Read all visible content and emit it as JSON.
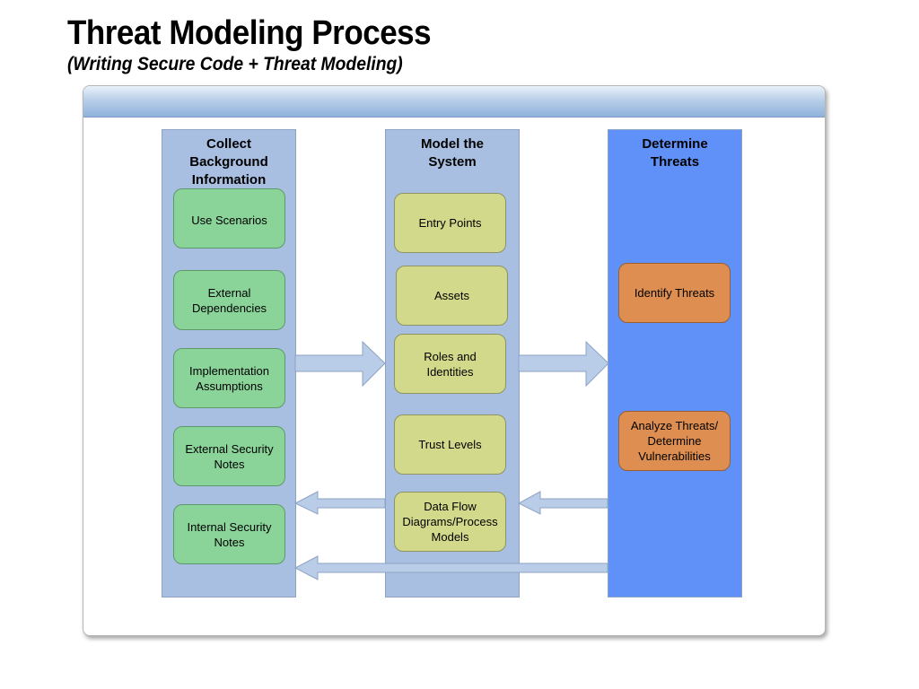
{
  "header": {
    "title": "Threat Modeling Process",
    "subtitle": "(Writing Secure Code + Threat Modeling)"
  },
  "columns": {
    "collect": {
      "title": "Collect\nBackground\nInformation",
      "items": [
        "Use Scenarios",
        "External\nDependencies",
        "Implementation\nAssumptions",
        "External Security\nNotes",
        "Internal Security\nNotes"
      ]
    },
    "model": {
      "title": "Model the\nSystem",
      "items": [
        "Entry Points",
        "Assets",
        "Roles and\nIdentities",
        "Trust Levels",
        "Data Flow\nDiagrams/Process\nModels"
      ]
    },
    "determine": {
      "title": "Determine\nThreats",
      "items": [
        "Identify Threats",
        "Analyze Threats/\nDetermine\nVulnerabilities"
      ]
    }
  },
  "colors": {
    "column_fill": "#a8bfe2",
    "threats_column_fill": "#5f91f8",
    "green_box": "#8ad49a",
    "yellow_box": "#d3d98a",
    "orange_box": "#dd8e50",
    "arrow_fill": "#b9cde8"
  }
}
